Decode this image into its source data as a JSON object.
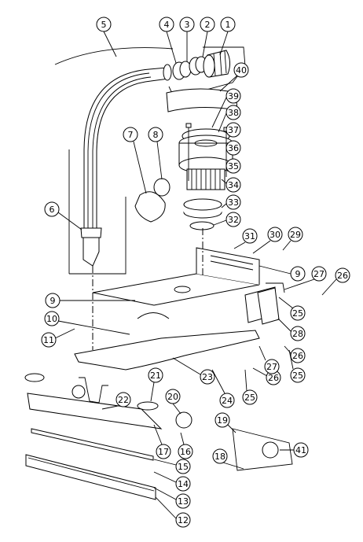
{
  "callouts": [
    {
      "id": "c1",
      "label": "1"
    },
    {
      "id": "c2",
      "label": "2"
    },
    {
      "id": "c3",
      "label": "3"
    },
    {
      "id": "c4",
      "label": "4"
    },
    {
      "id": "c5",
      "label": "5"
    },
    {
      "id": "c6",
      "label": "6"
    },
    {
      "id": "c7",
      "label": "7"
    },
    {
      "id": "c8",
      "label": "8"
    },
    {
      "id": "c9a",
      "label": "9"
    },
    {
      "id": "c9b",
      "label": "9"
    },
    {
      "id": "c10",
      "label": "10"
    },
    {
      "id": "c11",
      "label": "11"
    },
    {
      "id": "c12",
      "label": "12"
    },
    {
      "id": "c13",
      "label": "13"
    },
    {
      "id": "c14",
      "label": "14"
    },
    {
      "id": "c15",
      "label": "15"
    },
    {
      "id": "c16",
      "label": "16"
    },
    {
      "id": "c17",
      "label": "17"
    },
    {
      "id": "c18",
      "label": "18"
    },
    {
      "id": "c19",
      "label": "19"
    },
    {
      "id": "c20",
      "label": "20"
    },
    {
      "id": "c21",
      "label": "21"
    },
    {
      "id": "c22",
      "label": "22"
    },
    {
      "id": "c23",
      "label": "23"
    },
    {
      "id": "c24",
      "label": "24"
    },
    {
      "id": "c25a",
      "label": "25"
    },
    {
      "id": "c25b",
      "label": "25"
    },
    {
      "id": "c25c",
      "label": "25"
    },
    {
      "id": "c26a",
      "label": "26"
    },
    {
      "id": "c26b",
      "label": "26"
    },
    {
      "id": "c26c",
      "label": "26"
    },
    {
      "id": "c27a",
      "label": "27"
    },
    {
      "id": "c27b",
      "label": "27"
    },
    {
      "id": "c28",
      "label": "28"
    },
    {
      "id": "c29",
      "label": "29"
    },
    {
      "id": "c30",
      "label": "30"
    },
    {
      "id": "c31",
      "label": "31"
    },
    {
      "id": "c32",
      "label": "32"
    },
    {
      "id": "c33",
      "label": "33"
    },
    {
      "id": "c34",
      "label": "34"
    },
    {
      "id": "c35",
      "label": "35"
    },
    {
      "id": "c36",
      "label": "36"
    },
    {
      "id": "c37",
      "label": "37"
    },
    {
      "id": "c38",
      "label": "38"
    },
    {
      "id": "c39",
      "label": "39"
    },
    {
      "id": "c40",
      "label": "40"
    },
    {
      "id": "c41",
      "label": "41"
    }
  ]
}
